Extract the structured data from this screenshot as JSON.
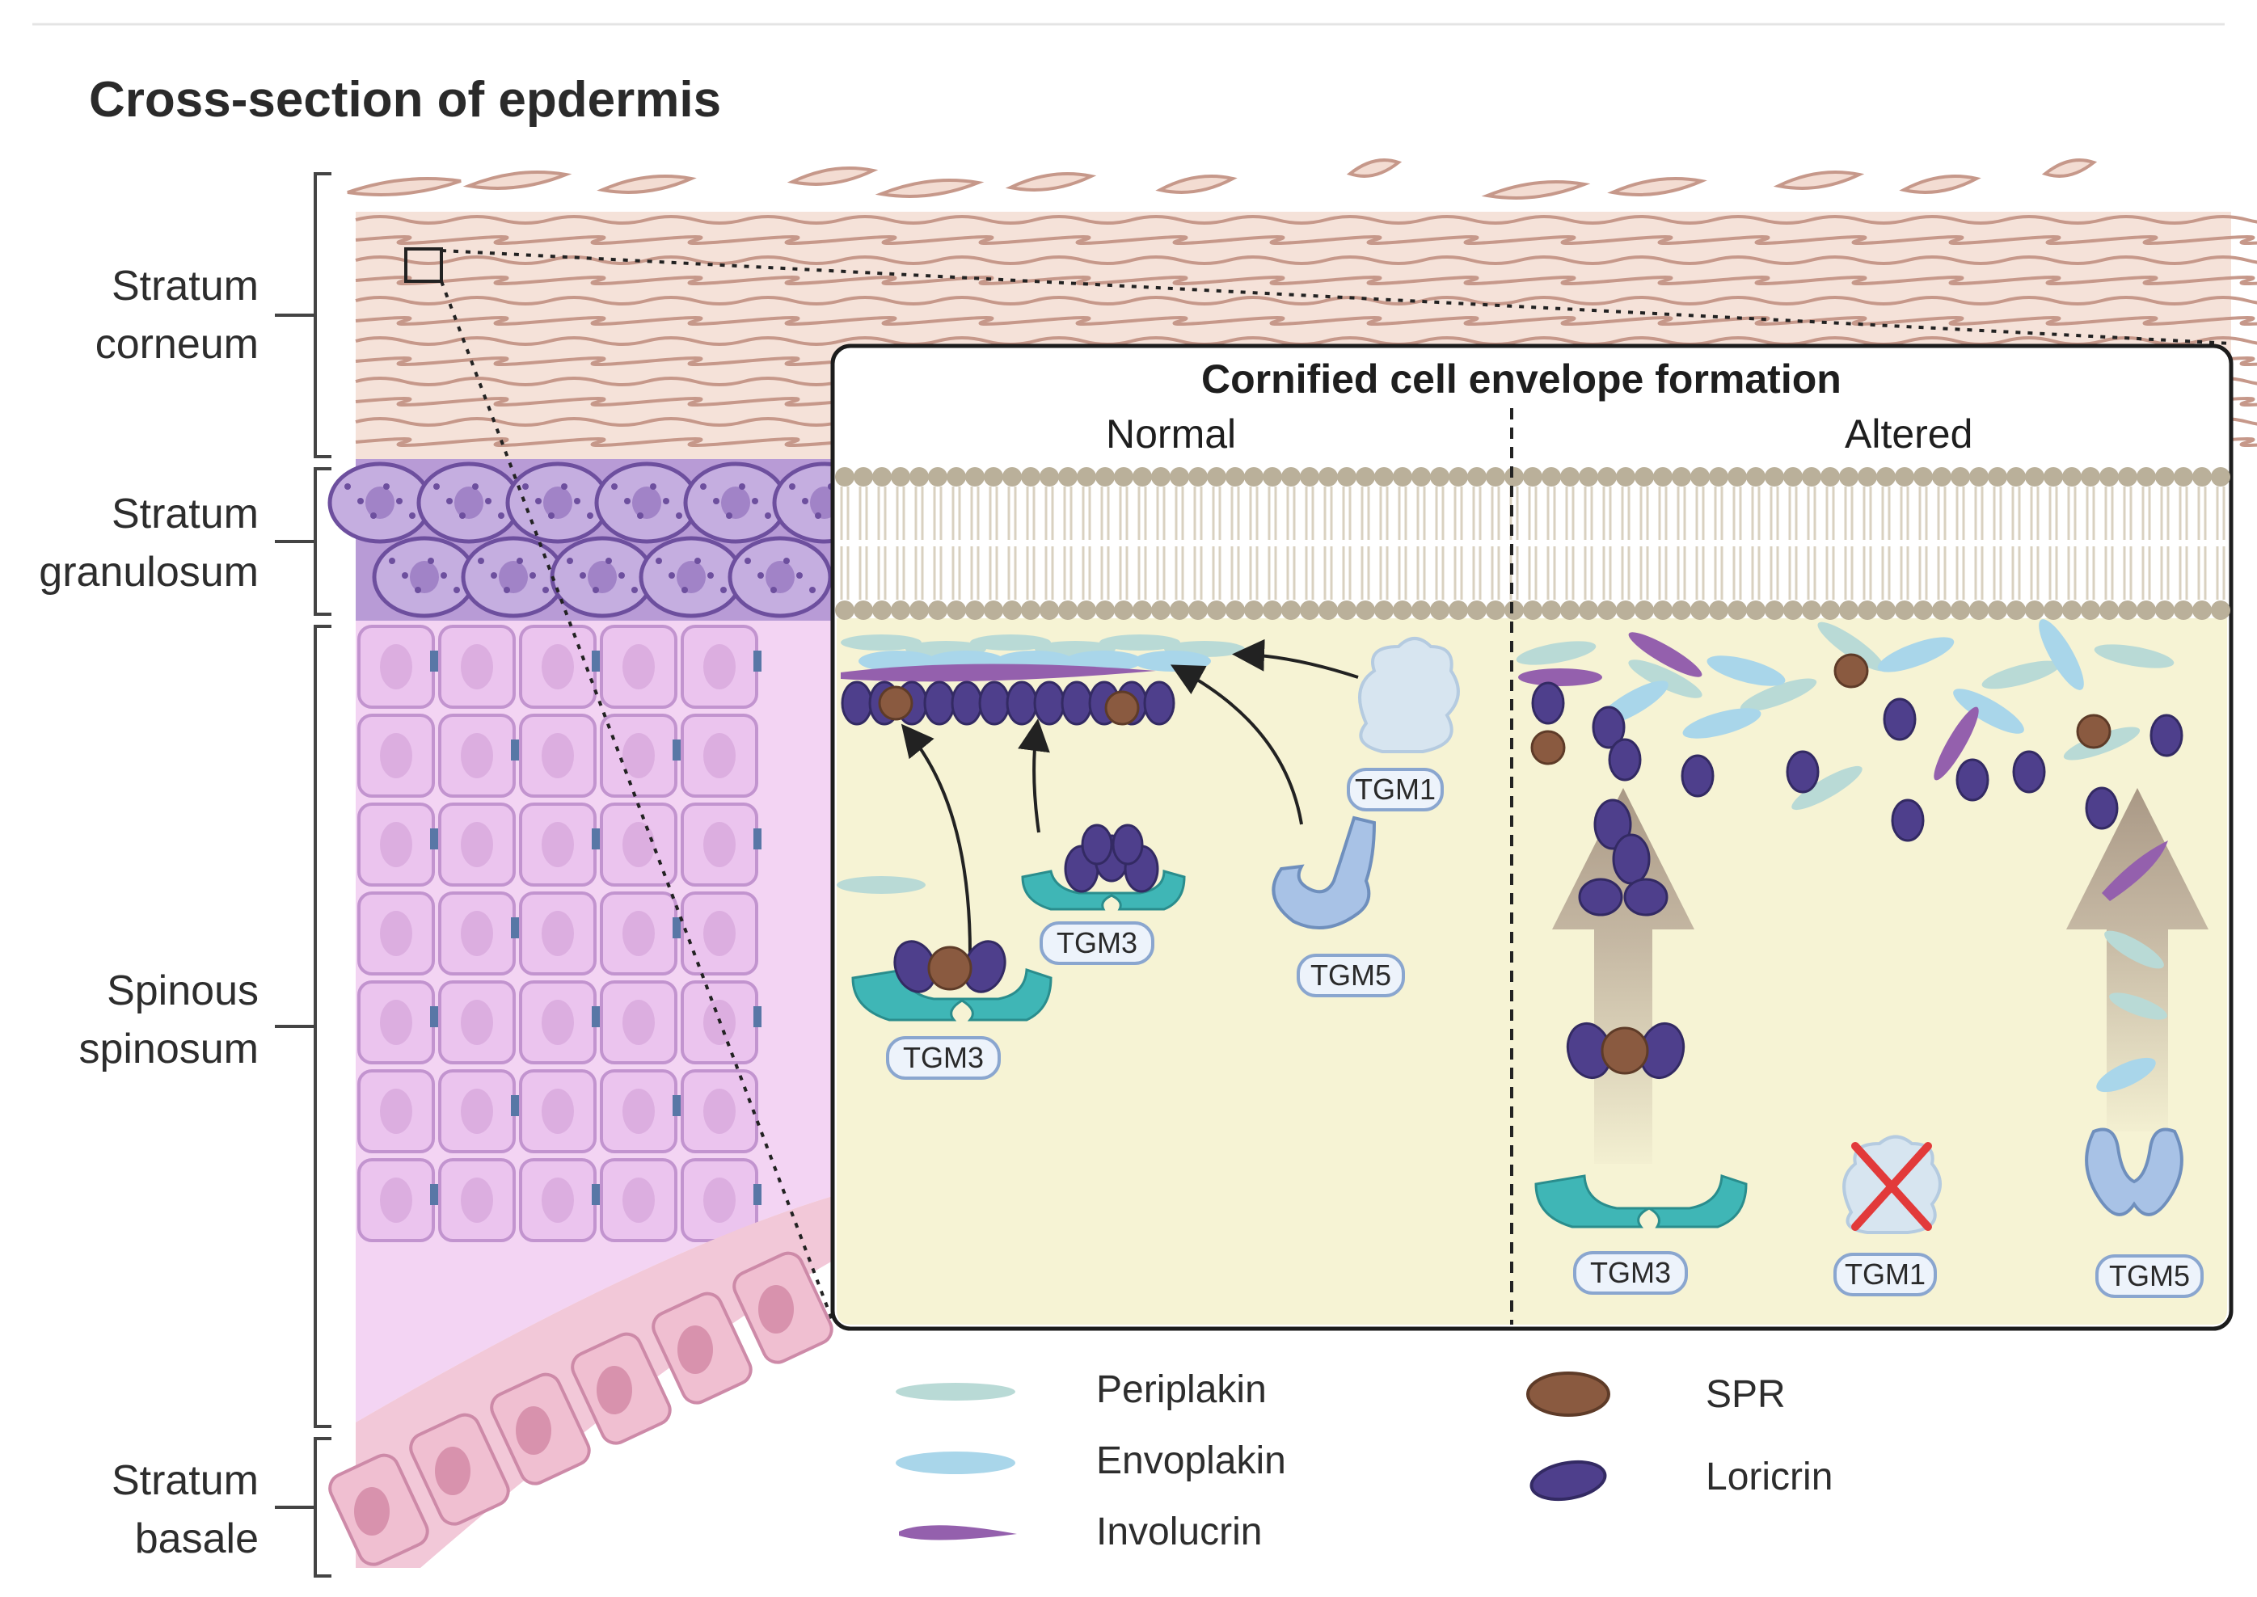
{
  "title": "Cross-section of epdermis",
  "layers": {
    "corneum": [
      "Stratum",
      "corneum"
    ],
    "granulosum": [
      "Stratum",
      "granulosum"
    ],
    "spinosum": [
      "Spinous",
      "spinosum"
    ],
    "basale": [
      "Stratum",
      "basale"
    ]
  },
  "inset": {
    "title": "Cornified cell envelope formation",
    "normal": "Normal",
    "altered": "Altered",
    "enzymes": {
      "tgm1_normal": "TGM1",
      "tgm3_normal_a": "TGM3",
      "tgm3_normal_b": "TGM3",
      "tgm5_normal": "TGM5",
      "tgm3_altered": "TGM3",
      "tgm1_altered": "TGM1",
      "tgm5_altered": "TGM5"
    }
  },
  "legend": {
    "periplakin": "Periplakin",
    "envoplakin": "Envoplakin",
    "involucrin": "Involucrin",
    "spr": "SPR",
    "loricrin": "Loricrin"
  },
  "colors": {
    "corneum": "#f3dcd2",
    "granulosum": "#b49ad3",
    "spinosum": "#ecc3ee",
    "basale": "#f0bfd1",
    "inset_bg": "#f6f3d4",
    "membrane_head": "#bab09a",
    "periplakin": "#b9dad6",
    "envoplakin": "#a9d6ea",
    "involucrin": "#9460ad",
    "spr": "#8a5a40",
    "loricrin": "#4e3f8c",
    "tgm3": "#3fb6b6",
    "tgm1": "#cfe0ee",
    "tgm5": "#a8c2e6",
    "arrow_up": "#b8a896",
    "cross": "#e23a3a"
  }
}
